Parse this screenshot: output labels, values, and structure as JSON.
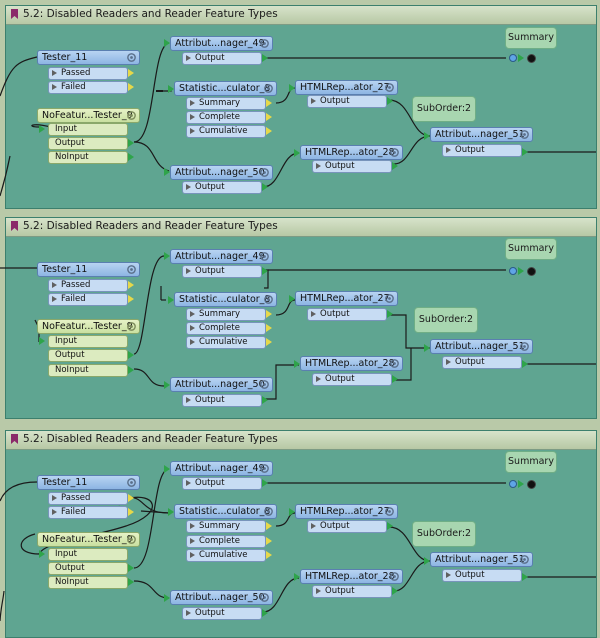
{
  "panels": [
    {
      "title": "5.2: Disabled Readers and Reader Feature Types",
      "nodes": {
        "tester": {
          "label": "Tester_11",
          "ports": [
            "Passed",
            "Failed"
          ]
        },
        "nofeat": {
          "label": "NoFeatur...Tester_9",
          "ports": [
            "Input",
            "Output",
            "NoInput"
          ]
        },
        "attr49": {
          "label": "Attribut...nager_49",
          "ports": [
            "Output"
          ]
        },
        "stat": {
          "label": "Statistic...culator_8",
          "ports": [
            "Summary",
            "Complete",
            "Cumulative"
          ]
        },
        "html27": {
          "label": "HTMLRep...ator_27",
          "ports": [
            "Output"
          ]
        },
        "attr50": {
          "label": "Attribut...nager_50",
          "ports": [
            "Output"
          ]
        },
        "html28": {
          "label": "HTMLRep...ator_28",
          "ports": [
            "Output"
          ]
        },
        "attr51": {
          "label": "Attribut...nager_51",
          "ports": [
            "Output"
          ]
        }
      },
      "summary": "Summary",
      "suborder": "SubOrder:2"
    },
    {
      "title": "5.2: Disabled Readers and Reader Feature Types",
      "nodes": {
        "tester": {
          "label": "Tester_11",
          "ports": [
            "Passed",
            "Failed"
          ]
        },
        "nofeat": {
          "label": "NoFeatur...Tester_9",
          "ports": [
            "Input",
            "Output",
            "NoInput"
          ]
        },
        "attr49": {
          "label": "Attribut...nager_49",
          "ports": [
            "Output"
          ]
        },
        "stat": {
          "label": "Statistic...culator_8",
          "ports": [
            "Summary",
            "Complete",
            "Cumulative"
          ]
        },
        "html27": {
          "label": "HTMLRep...ator_27",
          "ports": [
            "Output"
          ]
        },
        "attr50": {
          "label": "Attribut...nager_50",
          "ports": [
            "Output"
          ]
        },
        "html28": {
          "label": "HTMLRep...ator_28",
          "ports": [
            "Output"
          ]
        },
        "attr51": {
          "label": "Attribut...nager_51",
          "ports": [
            "Output"
          ]
        }
      },
      "summary": "Summary",
      "suborder": "SubOrder:2"
    },
    {
      "title": "5.2: Disabled Readers and Reader Feature Types",
      "nodes": {
        "tester": {
          "label": "Tester_11",
          "ports": [
            "Passed",
            "Failed"
          ]
        },
        "nofeat": {
          "label": "NoFeatur...Tester_9",
          "ports": [
            "Input",
            "Output",
            "NoInput"
          ]
        },
        "attr49": {
          "label": "Attribut...nager_49",
          "ports": [
            "Output"
          ]
        },
        "stat": {
          "label": "Statistic...culator_8",
          "ports": [
            "Summary",
            "Complete",
            "Cumulative"
          ]
        },
        "html27": {
          "label": "HTMLRep...ator_27",
          "ports": [
            "Output"
          ]
        },
        "attr50": {
          "label": "Attribut...nager_50",
          "ports": [
            "Output"
          ]
        },
        "html28": {
          "label": "HTMLRep...ator_28",
          "ports": [
            "Output"
          ]
        },
        "attr51": {
          "label": "Attribut...nager_51",
          "ports": [
            "Output"
          ]
        }
      },
      "summary": "Summary",
      "suborder": "SubOrder:2"
    }
  ],
  "colors": {
    "canvas": "#5fa591",
    "transformer": "#9fc3ec",
    "disabled_transformer": "#d9eab4",
    "connection": "#1a1a1a",
    "output_port_arrow": "#2ea44a",
    "warning_port_arrow": "#e6d84a"
  },
  "icons": [
    "bookmark-icon",
    "gear-icon",
    "output-port-arrow-icon",
    "input-port-arrow-icon",
    "inspector-dot-icon",
    "end-point-icon"
  ]
}
